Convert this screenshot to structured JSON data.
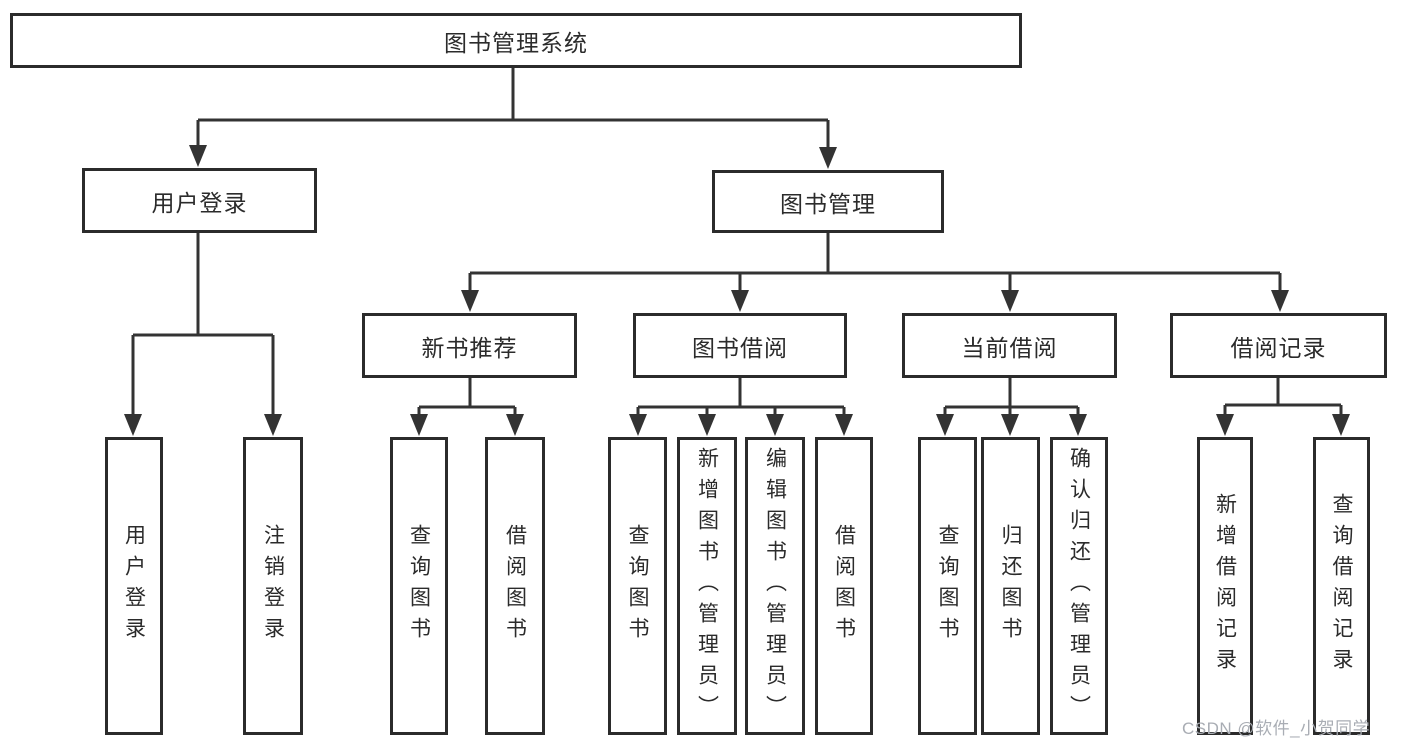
{
  "diagram": {
    "tree": {
      "label": "图书管理系统",
      "children": [
        {
          "label": "用户登录",
          "children": [
            {
              "label": "用户登录"
            },
            {
              "label": "注销登录"
            }
          ]
        },
        {
          "label": "图书管理",
          "children": [
            {
              "label": "新书推荐",
              "children": [
                {
                  "label": "查询图书"
                },
                {
                  "label": "借阅图书"
                }
              ]
            },
            {
              "label": "图书借阅",
              "children": [
                {
                  "label": "查询图书"
                },
                {
                  "label": "新增图书（管理员）"
                },
                {
                  "label": "编辑图书（管理员）"
                },
                {
                  "label": "借阅图书"
                }
              ]
            },
            {
              "label": "当前借阅",
              "children": [
                {
                  "label": "查询图书"
                },
                {
                  "label": "归还图书"
                },
                {
                  "label": "确认归还（管理员）"
                }
              ]
            },
            {
              "label": "借阅记录",
              "children": [
                {
                  "label": "新增借阅记录"
                },
                {
                  "label": "查询借阅记录"
                }
              ]
            }
          ]
        }
      ]
    }
  },
  "watermark": {
    "text": "CSDN @软件_小贺同学"
  },
  "colors": {
    "line": "#333333",
    "border": "#2b2b2b",
    "text": "#2b2b2b",
    "watermark": "#a9adb4",
    "background": "#ffffff"
  }
}
